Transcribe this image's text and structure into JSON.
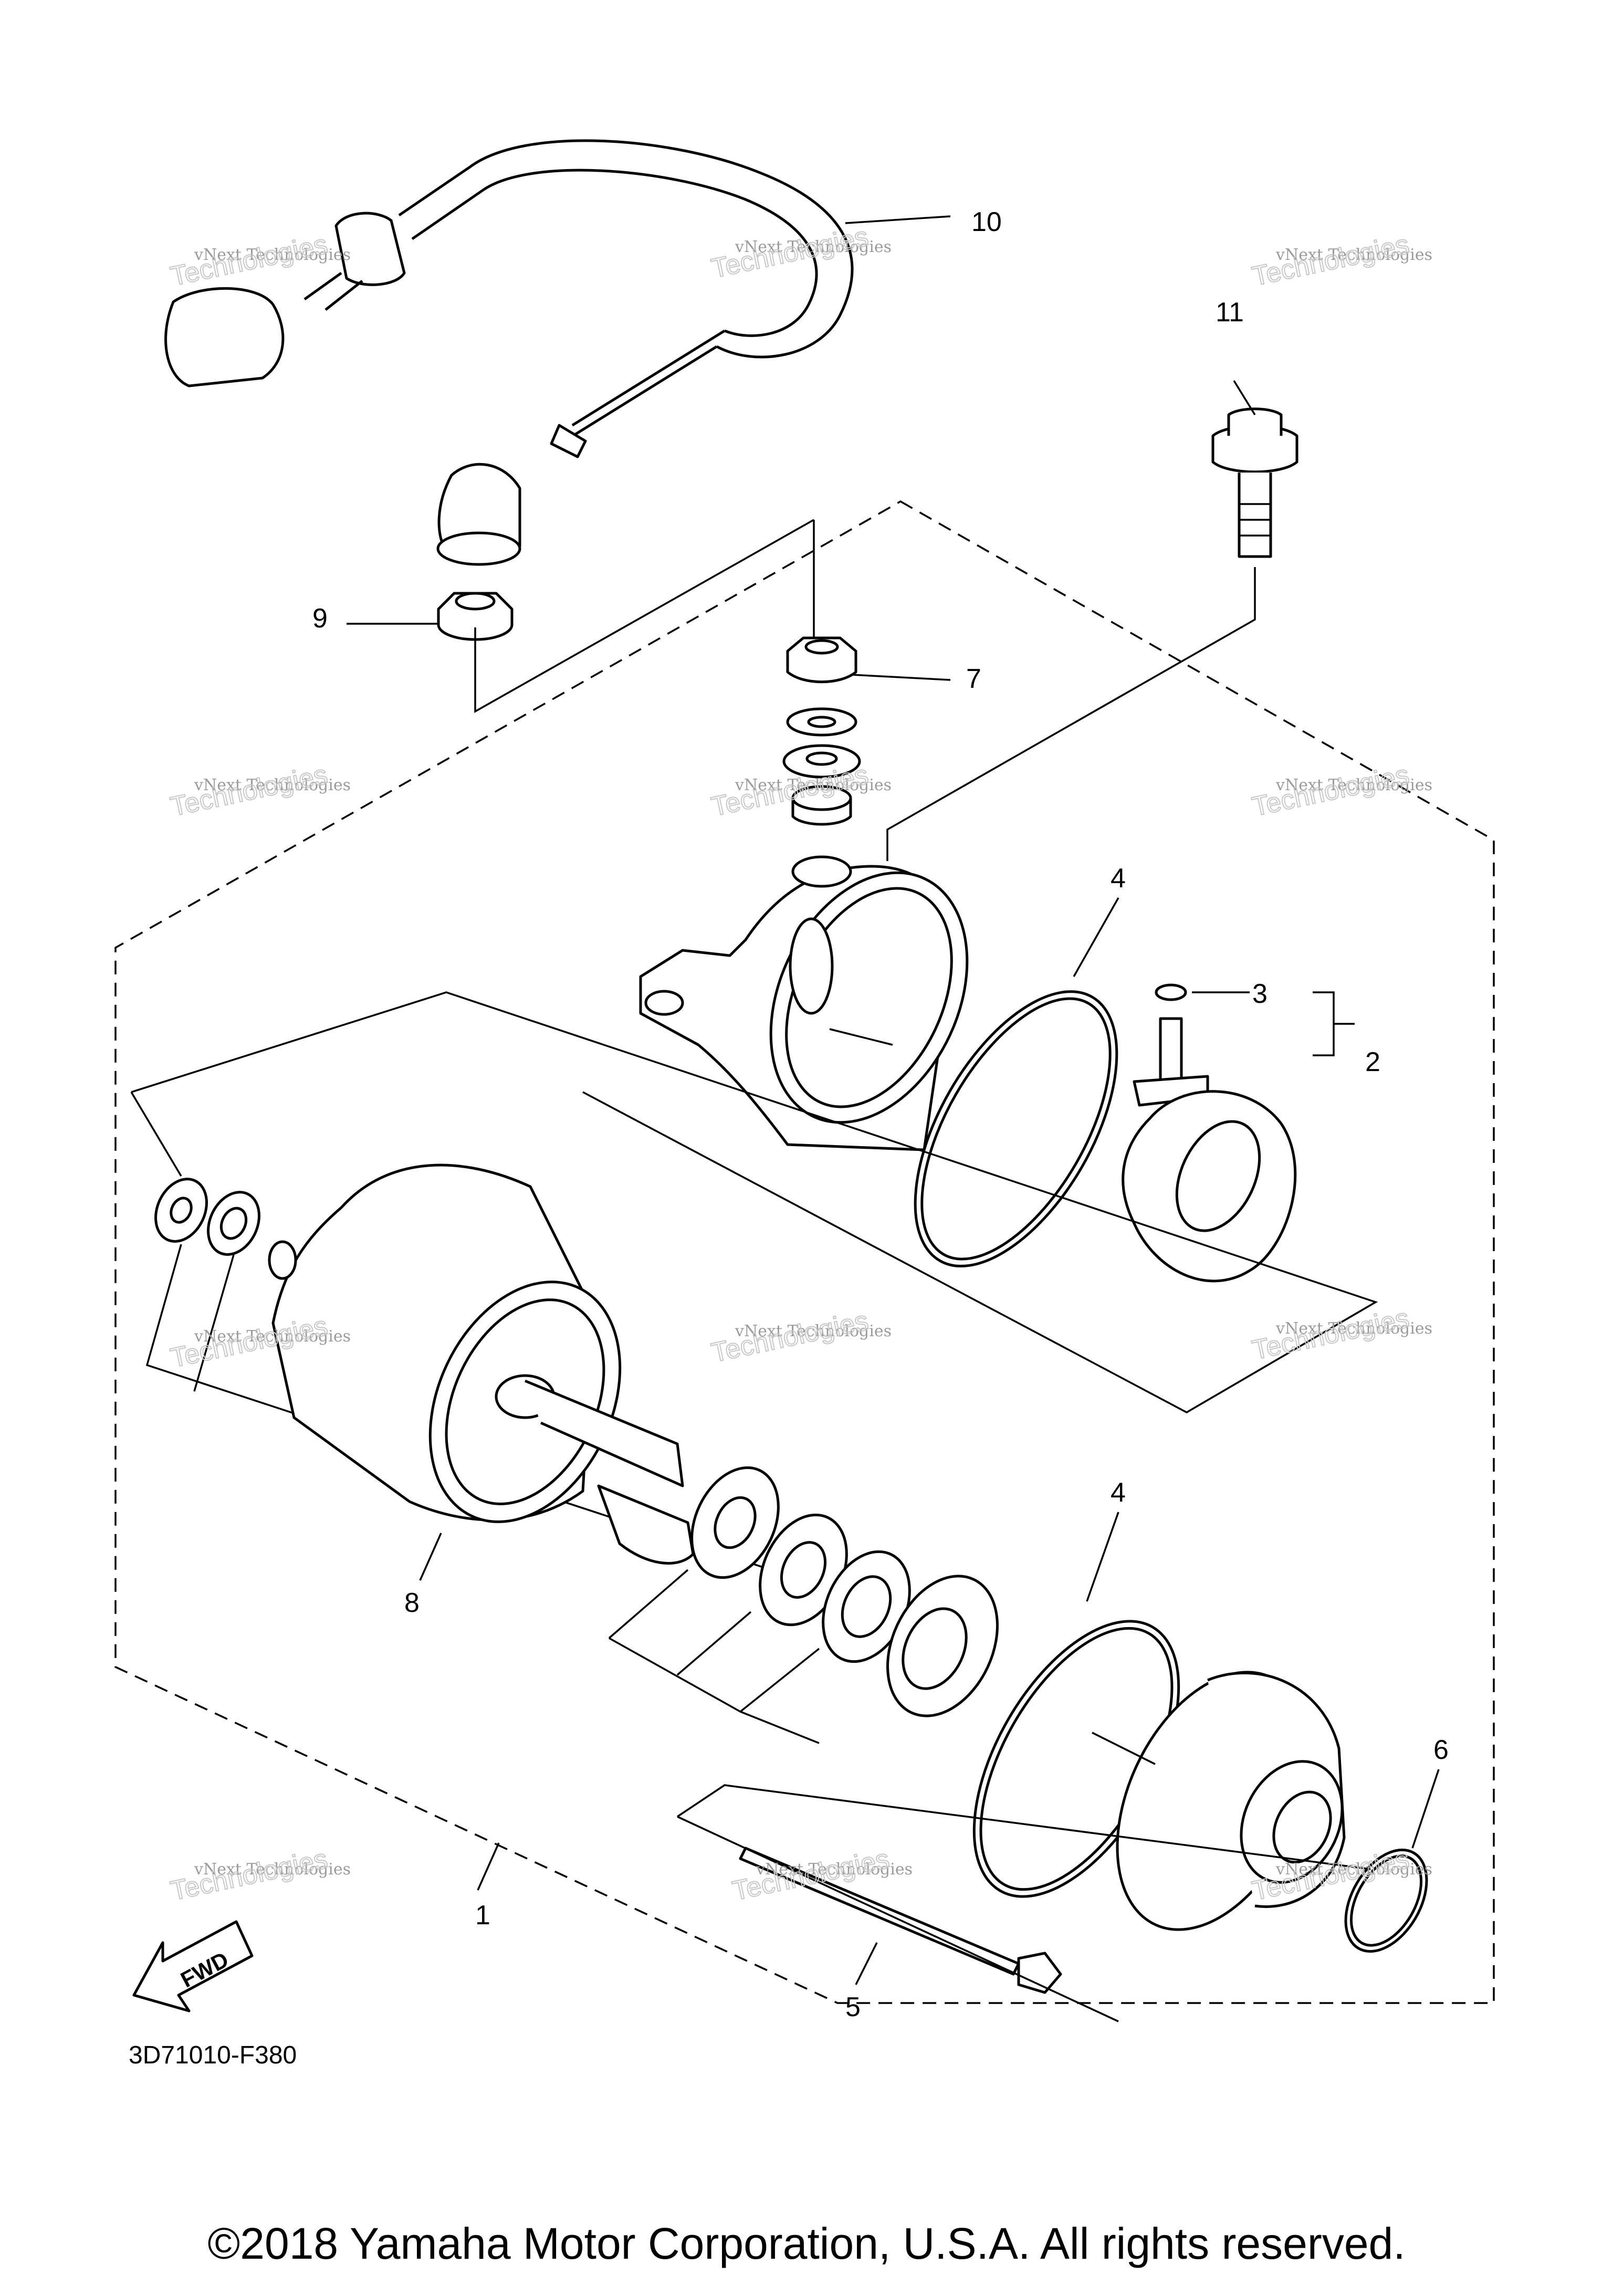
{
  "diagram": {
    "callouts": [
      "1",
      "2",
      "3",
      "4",
      "4",
      "5",
      "6",
      "7",
      "8",
      "9",
      "10",
      "11"
    ],
    "diagram_code": "3D71010-F380",
    "fwd_label": "FWD",
    "watermark": {
      "line1": "vNext Technologies",
      "line2": "Technologies"
    },
    "copyright": "©2018 Yamaha Motor Corporation, U.S.A. All rights reserved."
  }
}
